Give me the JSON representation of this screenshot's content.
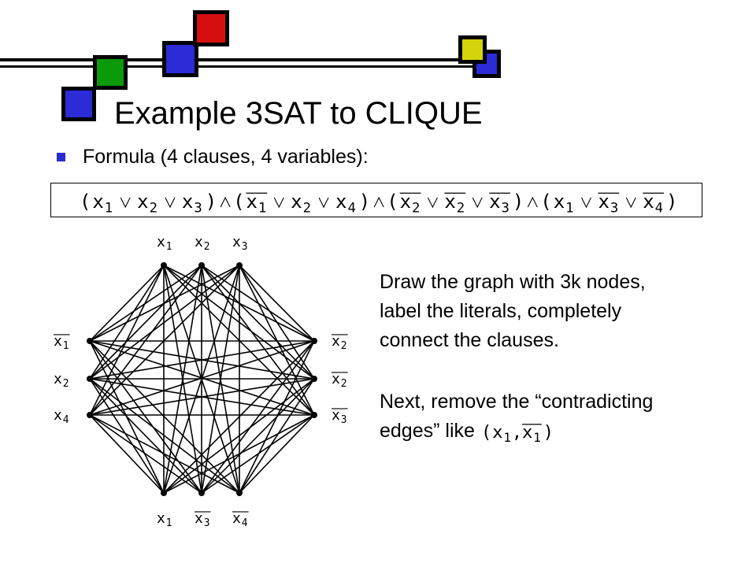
{
  "slide": {
    "title": "Example 3SAT to CLIQUE",
    "bullet": "Formula (4 clauses, 4 variables):",
    "paragraph1": [
      "Draw the graph with 3k nodes,",
      "label the literals, completely",
      "connect the clauses."
    ],
    "paragraph2": [
      "Next, remove the “contradicting",
      "edges” like"
    ],
    "example_pair": {
      "a": {
        "v": "x",
        "s": "1",
        "neg": false
      },
      "b": {
        "v": "x",
        "s": "1",
        "neg": true
      }
    }
  },
  "colors": {
    "blue": "#2b2bd8",
    "green": "#0a9a0a",
    "red": "#d80f0f",
    "yellow": "#d4d40c",
    "bullet": "#2a2ad0"
  },
  "formula": [
    [
      {
        "v": "x",
        "s": "1",
        "neg": false
      },
      {
        "v": "x",
        "s": "2",
        "neg": false
      },
      {
        "v": "x",
        "s": "3",
        "neg": false
      }
    ],
    [
      {
        "v": "x",
        "s": "1",
        "neg": true
      },
      {
        "v": "x",
        "s": "2",
        "neg": false
      },
      {
        "v": "x",
        "s": "4",
        "neg": false
      }
    ],
    [
      {
        "v": "x",
        "s": "2",
        "neg": true
      },
      {
        "v": "x",
        "s": "2",
        "neg": true
      },
      {
        "v": "x",
        "s": "3",
        "neg": true
      }
    ],
    [
      {
        "v": "x",
        "s": "1",
        "neg": false
      },
      {
        "v": "x",
        "s": "3",
        "neg": true
      },
      {
        "v": "x",
        "s": "4",
        "neg": true
      }
    ]
  ],
  "graph": {
    "clauses": [
      {
        "side": "top",
        "nodes": [
          {
            "v": "x",
            "s": "1",
            "neg": false
          },
          {
            "v": "x",
            "s": "2",
            "neg": false
          },
          {
            "v": "x",
            "s": "3",
            "neg": false
          }
        ]
      },
      {
        "side": "left",
        "nodes": [
          {
            "v": "x",
            "s": "1",
            "neg": true
          },
          {
            "v": "x",
            "s": "2",
            "neg": false
          },
          {
            "v": "x",
            "s": "4",
            "neg": false
          }
        ]
      },
      {
        "side": "right",
        "nodes": [
          {
            "v": "x",
            "s": "2",
            "neg": true
          },
          {
            "v": "x",
            "s": "2",
            "neg": true
          },
          {
            "v": "x",
            "s": "3",
            "neg": true
          }
        ]
      },
      {
        "side": "bottom",
        "nodes": [
          {
            "v": "x",
            "s": "1",
            "neg": false
          },
          {
            "v": "x",
            "s": "3",
            "neg": true
          },
          {
            "v": "x",
            "s": "4",
            "neg": true
          }
        ]
      }
    ],
    "edges": "all pairs of nodes in different clauses"
  }
}
